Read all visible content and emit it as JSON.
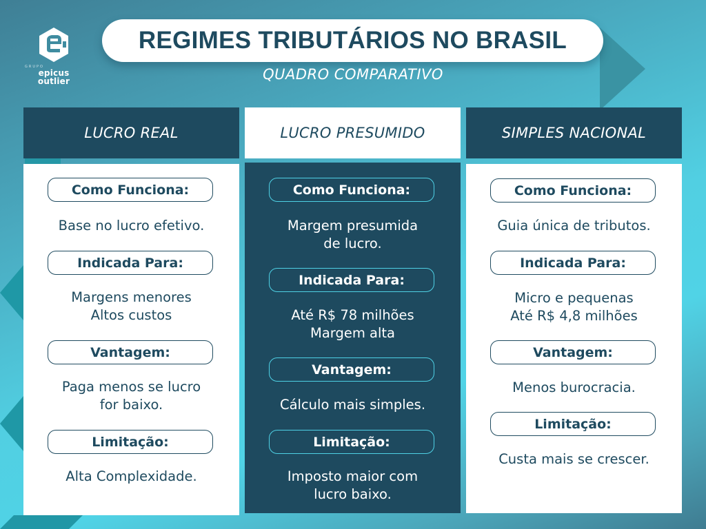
{
  "brand": {
    "logo_icon": "epicus-hexagon-e-logo",
    "group_label": "GRUPO",
    "name": "epicus outlier"
  },
  "header": {
    "title": "REGIMES TRIBUTÁRIOS NO BRASIL",
    "subtitle": "QUADRO COMPARATIVO"
  },
  "colors": {
    "dark_navy": "#1e4a5f",
    "cyan_accent": "#4fd2e6",
    "white": "#ffffff"
  },
  "columns": [
    {
      "title": "LUCRO REAL",
      "sections": [
        {
          "label": "Como Funciona:",
          "lines": [
            "Base no lucro efetivo."
          ]
        },
        {
          "label": "Indicada Para:",
          "lines": [
            "Margens menores",
            "Altos custos"
          ]
        },
        {
          "label": "Vantagem:",
          "lines": [
            "Paga menos se lucro",
            "for baixo."
          ]
        },
        {
          "label": "Limitação:",
          "lines": [
            "Alta Complexidade."
          ]
        }
      ]
    },
    {
      "title": "LUCRO PRESUMIDO",
      "sections": [
        {
          "label": "Como Funciona:",
          "lines": [
            "Margem presumida",
            "de lucro."
          ]
        },
        {
          "label": "Indicada Para:",
          "lines": [
            "Até R$ 78 milhões",
            "Margem alta"
          ]
        },
        {
          "label": "Vantagem:",
          "lines": [
            "Cálculo mais simples."
          ]
        },
        {
          "label": "Limitação:",
          "lines": [
            "Imposto maior com",
            "lucro baixo."
          ]
        }
      ]
    },
    {
      "title": "SIMPLES NACIONAL",
      "sections": [
        {
          "label": "Como Funciona:",
          "lines": [
            "Guia única de tributos."
          ]
        },
        {
          "label": "Indicada Para:",
          "lines": [
            "Micro e pequenas",
            "Até R$ 4,8 milhões"
          ]
        },
        {
          "label": "Vantagem:",
          "lines": [
            "Menos burocracia."
          ]
        },
        {
          "label": "Limitação:",
          "lines": [
            "Custa mais se crescer."
          ]
        }
      ]
    }
  ]
}
